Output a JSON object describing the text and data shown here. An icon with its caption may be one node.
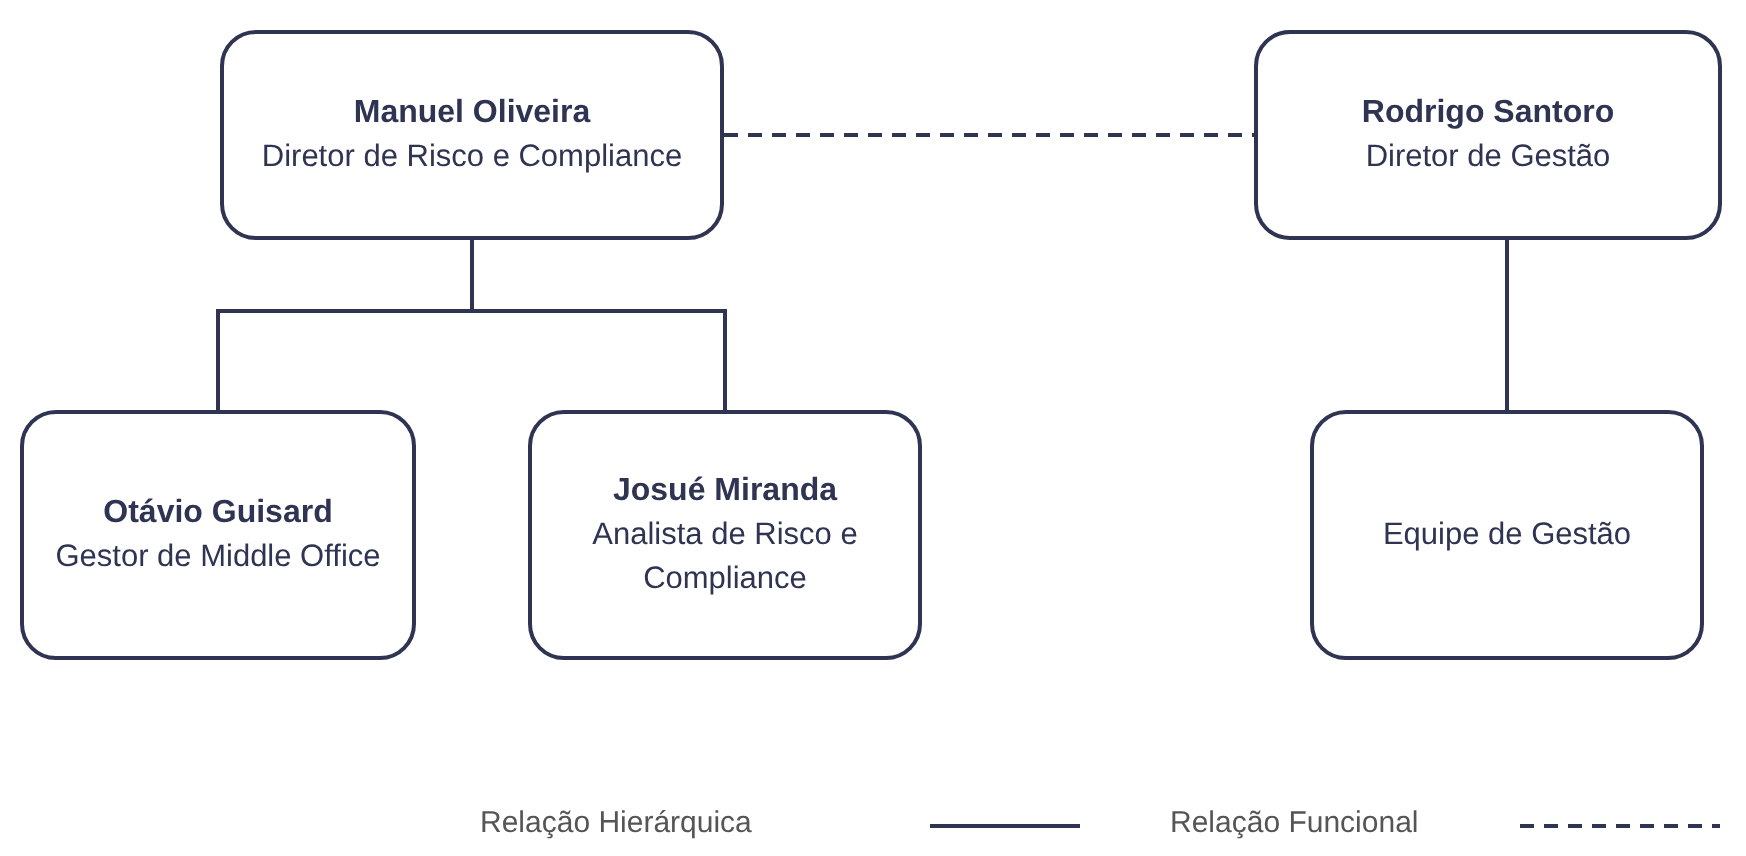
{
  "diagram": {
    "nodes": [
      {
        "text": [
          "Manuel Oliveira",
          "Diretor de Risco e Compliance"
        ]
      },
      {
        "text": [
          "Rodrigo Santoro",
          "Diretor de Gestão"
        ]
      },
      {
        "text": [
          "Otávio Guisard",
          "Gestor de Middle Office"
        ]
      },
      {
        "text": [
          "Josué Miranda",
          "Analista de Risco e Compliance"
        ]
      },
      {
        "text": [
          "Equipe de Gestão"
        ]
      }
    ],
    "edges": [
      {
        "from": 0,
        "to": 1,
        "arrow": "none",
        "style": "dashed"
      },
      {
        "from": 0,
        "to": 2,
        "arrow": "none"
      },
      {
        "from": 0,
        "to": 3,
        "arrow": "none"
      },
      {
        "from": 1,
        "to": 4,
        "arrow": "none"
      }
    ],
    "legend": [
      {
        "text": "Relação Hierárquica"
      },
      {
        "text": "Relação Funcional"
      }
    ]
  }
}
